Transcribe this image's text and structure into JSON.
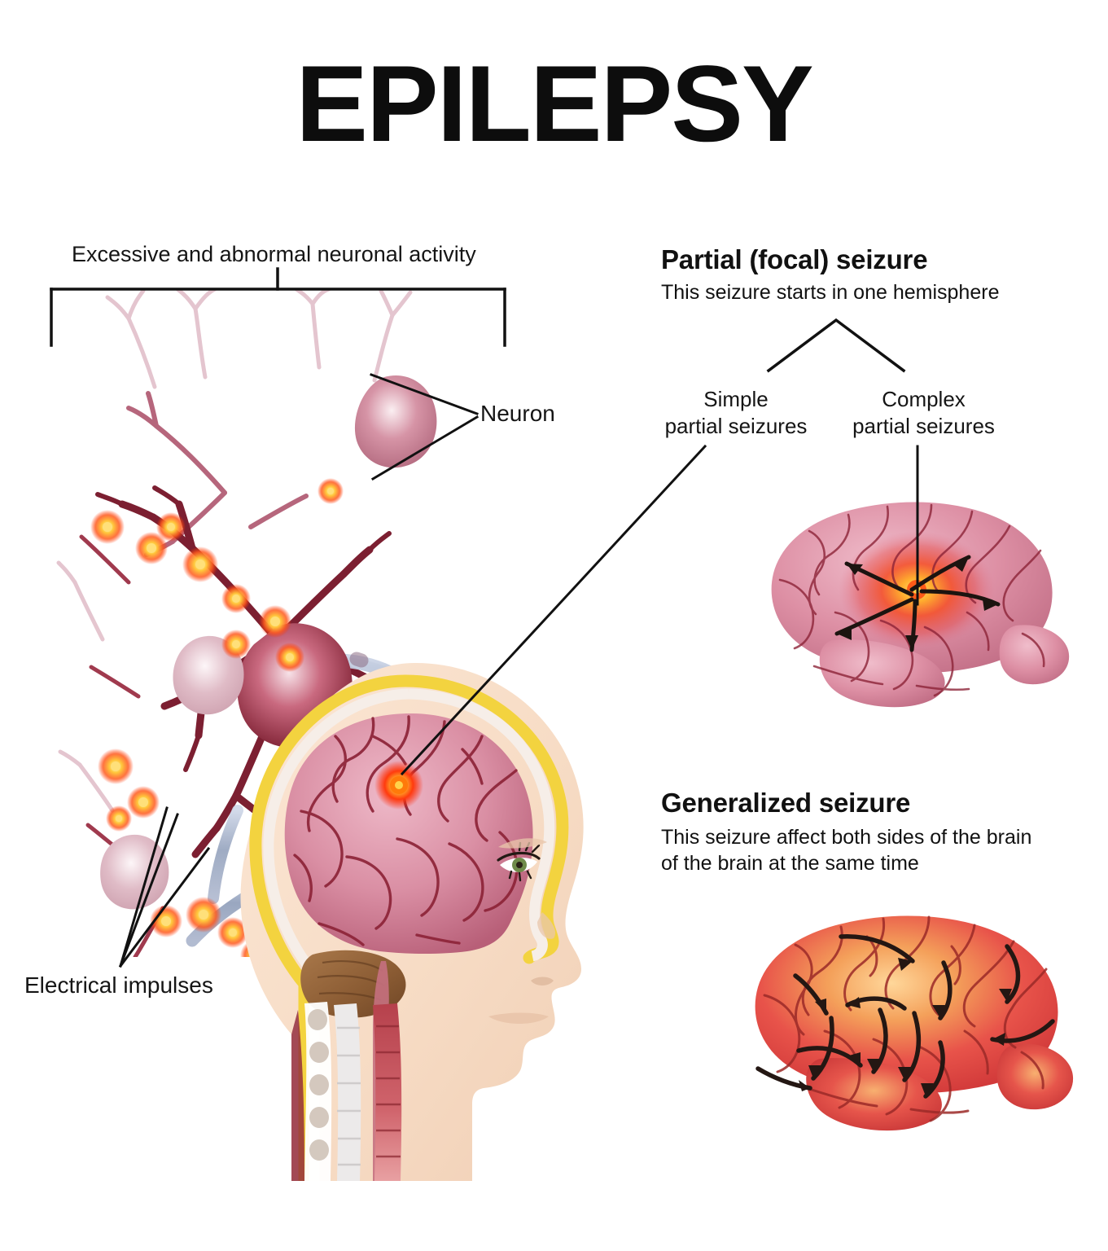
{
  "title": "EPILEPSY",
  "left_panel": {
    "bracket_label": "Excessive and abnormal neuronal activity",
    "neuron_label": "Neuron",
    "impulses_label": "Electrical impulses"
  },
  "right_panel": {
    "partial": {
      "heading": "Partial (focal) seizure",
      "subtitle": "This seizure starts in one hemisphere",
      "branch_left_line1": "Simple",
      "branch_left_line2": "partial seizures",
      "branch_right_line1": "Complex",
      "branch_right_line2": "partial seizures"
    },
    "generalized": {
      "heading": "Generalized seizure",
      "subtitle_line1": "This seizure affect both sides of the brain",
      "subtitle_line2": "of the brain at the same time"
    }
  },
  "colors": {
    "background": "#ffffff",
    "text": "#151515",
    "line": "#111111",
    "neuron_dark": "#7c1f31",
    "neuron_body": "#c06a7e",
    "neuron_pale": "#e3b9c5",
    "axon_blue": "#9aa8c4",
    "impulse_glow": "#ffc24a",
    "impulse_core": "#ff3b18",
    "brain_pink": "#d98ca0",
    "brain_pink_light": "#eab8c6",
    "brain_sulci": "#8d2438",
    "brain_red": "#e0453f",
    "brain_orange": "#f0a14a",
    "skull_yellow": "#f2d23c",
    "skin": "#f8ddc6",
    "cerebellum_brown": "#9a6a3c",
    "focus_hot": "#ff2a00"
  }
}
